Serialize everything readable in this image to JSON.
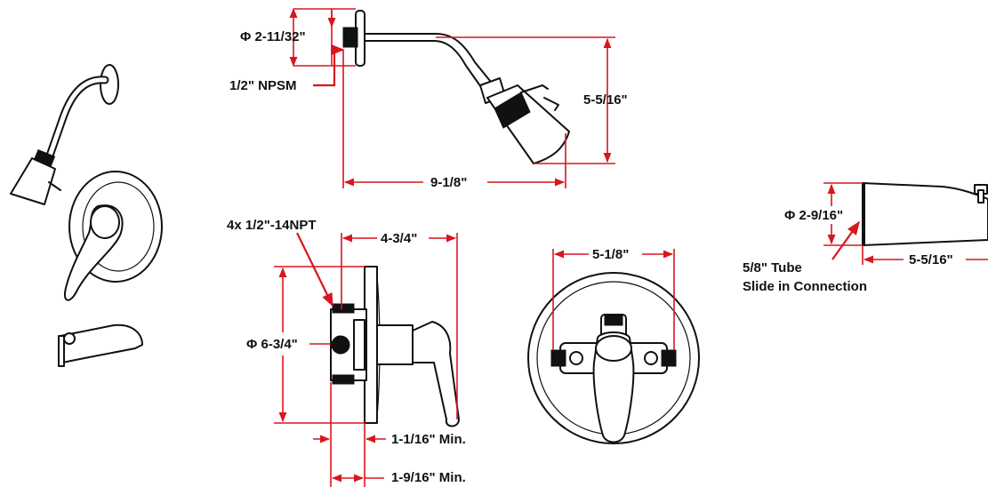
{
  "colors": {
    "dimension_line": "#d8161f",
    "line_art": "#111111",
    "background": "#ffffff"
  },
  "dimensions": {
    "flange_diameter": "Φ 2-11/32\"",
    "arm_thread": "1/2\" NPSM",
    "showerhead_height": "5-5/16\"",
    "showerhead_reach": "9-1/8\"",
    "valve_ports": "4x 1/2\"-14NPT",
    "valve_depth": "4-3/4\"",
    "escutcheon_diameter": "Φ 6-3/4\"",
    "min_depth_a": "1-1/16\" Min.",
    "min_depth_b": "1-9/16\" Min.",
    "valve_width": "5-1/8\"",
    "spout_diameter": "Φ 2-9/16\"",
    "spout_length": "5-5/16\"",
    "tube_line1": "5/8\" Tube",
    "tube_line2": "Slide in Connection"
  }
}
